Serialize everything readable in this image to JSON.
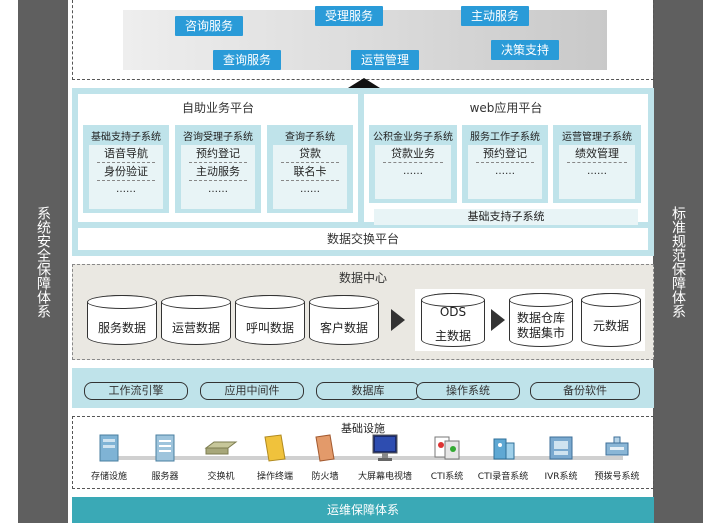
{
  "left_sidebar": {
    "label": "系统安全保障体系"
  },
  "right_sidebar": {
    "label": "标准规范保障体系"
  },
  "services": [
    "咨询服务",
    "受理服务",
    "主动服务",
    "查询服务",
    "运营管理",
    "决策支持"
  ],
  "self_service_platform": {
    "title": "自助业务平台",
    "subsystems": [
      {
        "title": "基础支持子系统",
        "items": [
          "语音导航",
          "身份验证",
          "……"
        ]
      },
      {
        "title": "咨询受理子系统",
        "items": [
          "预约登记",
          "主动服务",
          "……"
        ]
      },
      {
        "title": "查询子系统",
        "items": [
          "贷款",
          "联名卡",
          "……"
        ]
      }
    ]
  },
  "web_platform": {
    "title": "web应用平台",
    "subsystems": [
      {
        "title": "公积金业务子系统",
        "items": [
          "贷款业务",
          "……"
        ]
      },
      {
        "title": "服务工作子系统",
        "items": [
          "预约登记",
          "……"
        ]
      },
      {
        "title": "运营管理子系统",
        "items": [
          "绩效管理",
          "……"
        ]
      }
    ],
    "base_support": "基础支持子系统"
  },
  "data_exchange": "数据交换平台",
  "data_center": {
    "title": "数据中心",
    "sources": [
      "服务数据",
      "运营数据",
      "呼叫数据",
      "客户数据"
    ],
    "ods": "ODS",
    "master_data": "主数据",
    "warehouse": [
      "数据仓库",
      "数据集市"
    ],
    "metadata": "元数据"
  },
  "middleware": [
    "工作流引擎",
    "应用中间件",
    "数据库",
    "操作系统",
    "备份软件"
  ],
  "infrastructure": {
    "title": "基础设施",
    "devices": [
      {
        "label": "存储设施",
        "icon": "storage-icon"
      },
      {
        "label": "服务器",
        "icon": "server-icon"
      },
      {
        "label": "交换机",
        "icon": "switch-icon"
      },
      {
        "label": "操作终端",
        "icon": "terminal-icon"
      },
      {
        "label": "防火墙",
        "icon": "firewall-icon"
      },
      {
        "label": "大屏幕电视墙",
        "icon": "video-wall-icon"
      },
      {
        "label": "CTI系统",
        "icon": "cti-icon"
      },
      {
        "label": "CTI录音系统",
        "icon": "recording-icon"
      },
      {
        "label": "IVR系统",
        "icon": "ivr-icon"
      },
      {
        "label": "预拨号系统",
        "icon": "predial-icon"
      }
    ]
  },
  "ops_bar": "运维保障体系",
  "colors": {
    "accent_blue": "#2a9bd8",
    "teal_bg": "#bfe3ea",
    "sidebar": "#5f5f5f",
    "ops_teal": "#3aa9b6"
  }
}
